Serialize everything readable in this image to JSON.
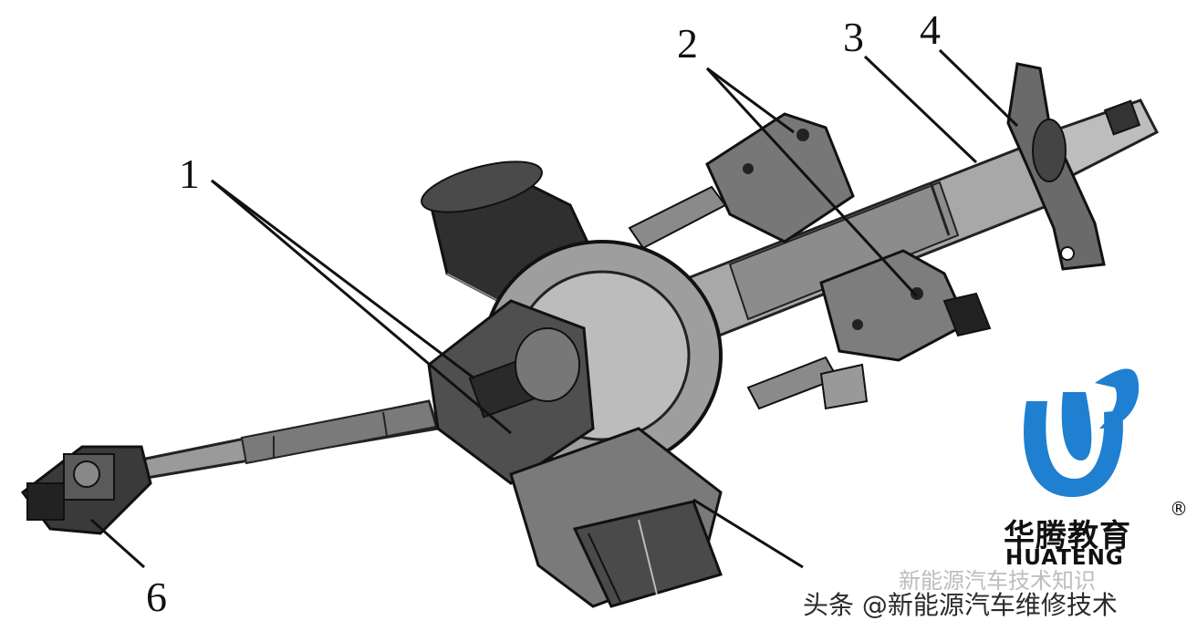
{
  "callouts": {
    "c1": "1",
    "c2": "2",
    "c3": "3",
    "c4": "4",
    "c6": "6"
  },
  "logo": {
    "cn": "华腾教育",
    "reg": "®",
    "en": "HUATENG",
    "brand_color": "#1f7fd0"
  },
  "watermark": {
    "faint": "新能源汽车技术知识",
    "main": "头条 @新能源汽车维修技术"
  }
}
